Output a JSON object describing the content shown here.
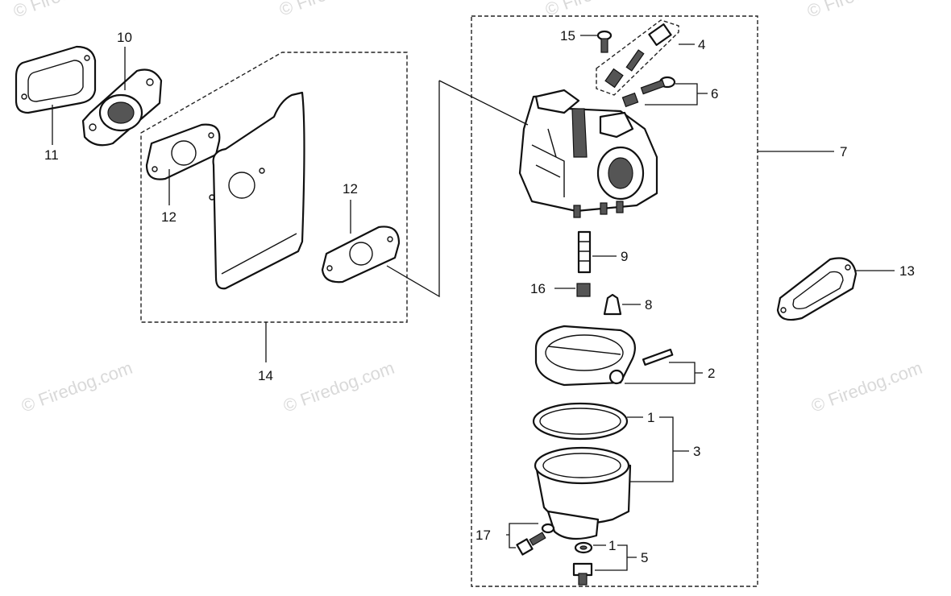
{
  "watermarks": [
    "© Firedog.com",
    "© Firedog.com",
    "© Firedog.com",
    "© Firedog.com",
    "© Firedog.com",
    "© Firedog.com",
    "© Firedog.com"
  ],
  "callouts": {
    "c1a": "1",
    "c1b": "1",
    "c2": "2",
    "c3": "3",
    "c4": "4",
    "c5": "5",
    "c6": "6",
    "c7": "7",
    "c8": "8",
    "c9": "9",
    "c10": "10",
    "c11": "11",
    "c12a": "12",
    "c12b": "12",
    "c13": "13",
    "c14": "14",
    "c15": "15",
    "c16": "16",
    "c17": "17"
  }
}
